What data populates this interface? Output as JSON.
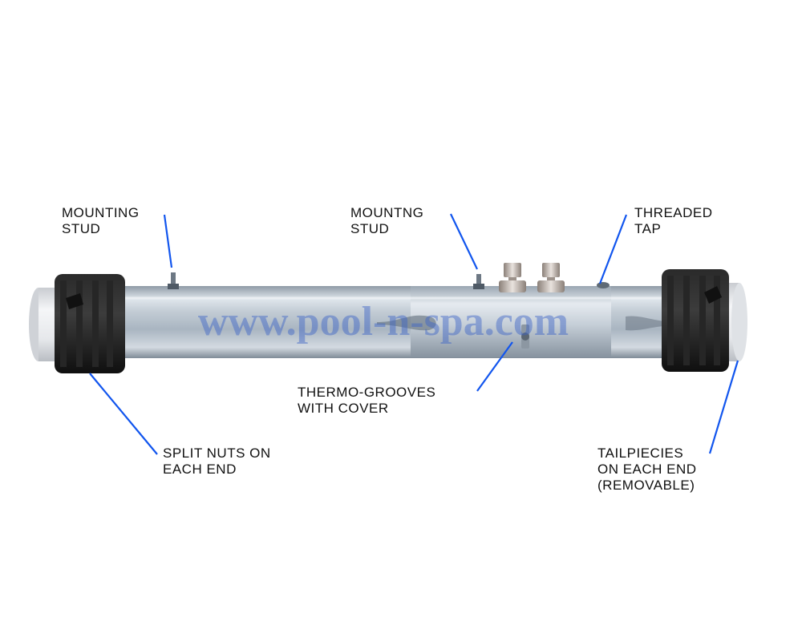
{
  "colors": {
    "leader_line": "#1155ee",
    "label_text": "#111111",
    "watermark": "#3b63c7",
    "pipe": "#b9c4cf",
    "nut": "#1c1c1c",
    "tailpiece": "#e4e6ea"
  },
  "watermark": "www.pool-n-spa.com",
  "callouts": {
    "mounting_stud_left": [
      "MOUNTING",
      "STUD"
    ],
    "mounting_stud_mid": [
      "MOUNTNG",
      "STUD"
    ],
    "threaded_tap": [
      "THREADED",
      "TAP"
    ],
    "thermo_grooves": [
      "THERMO-GROOVES",
      "WITH COVER"
    ],
    "split_nuts": [
      "SPLIT NUTS ON",
      "EACH END"
    ],
    "tailpieces": [
      "TAILPIECIES",
      "ON EACH END",
      "(REMOVABLE)"
    ]
  }
}
